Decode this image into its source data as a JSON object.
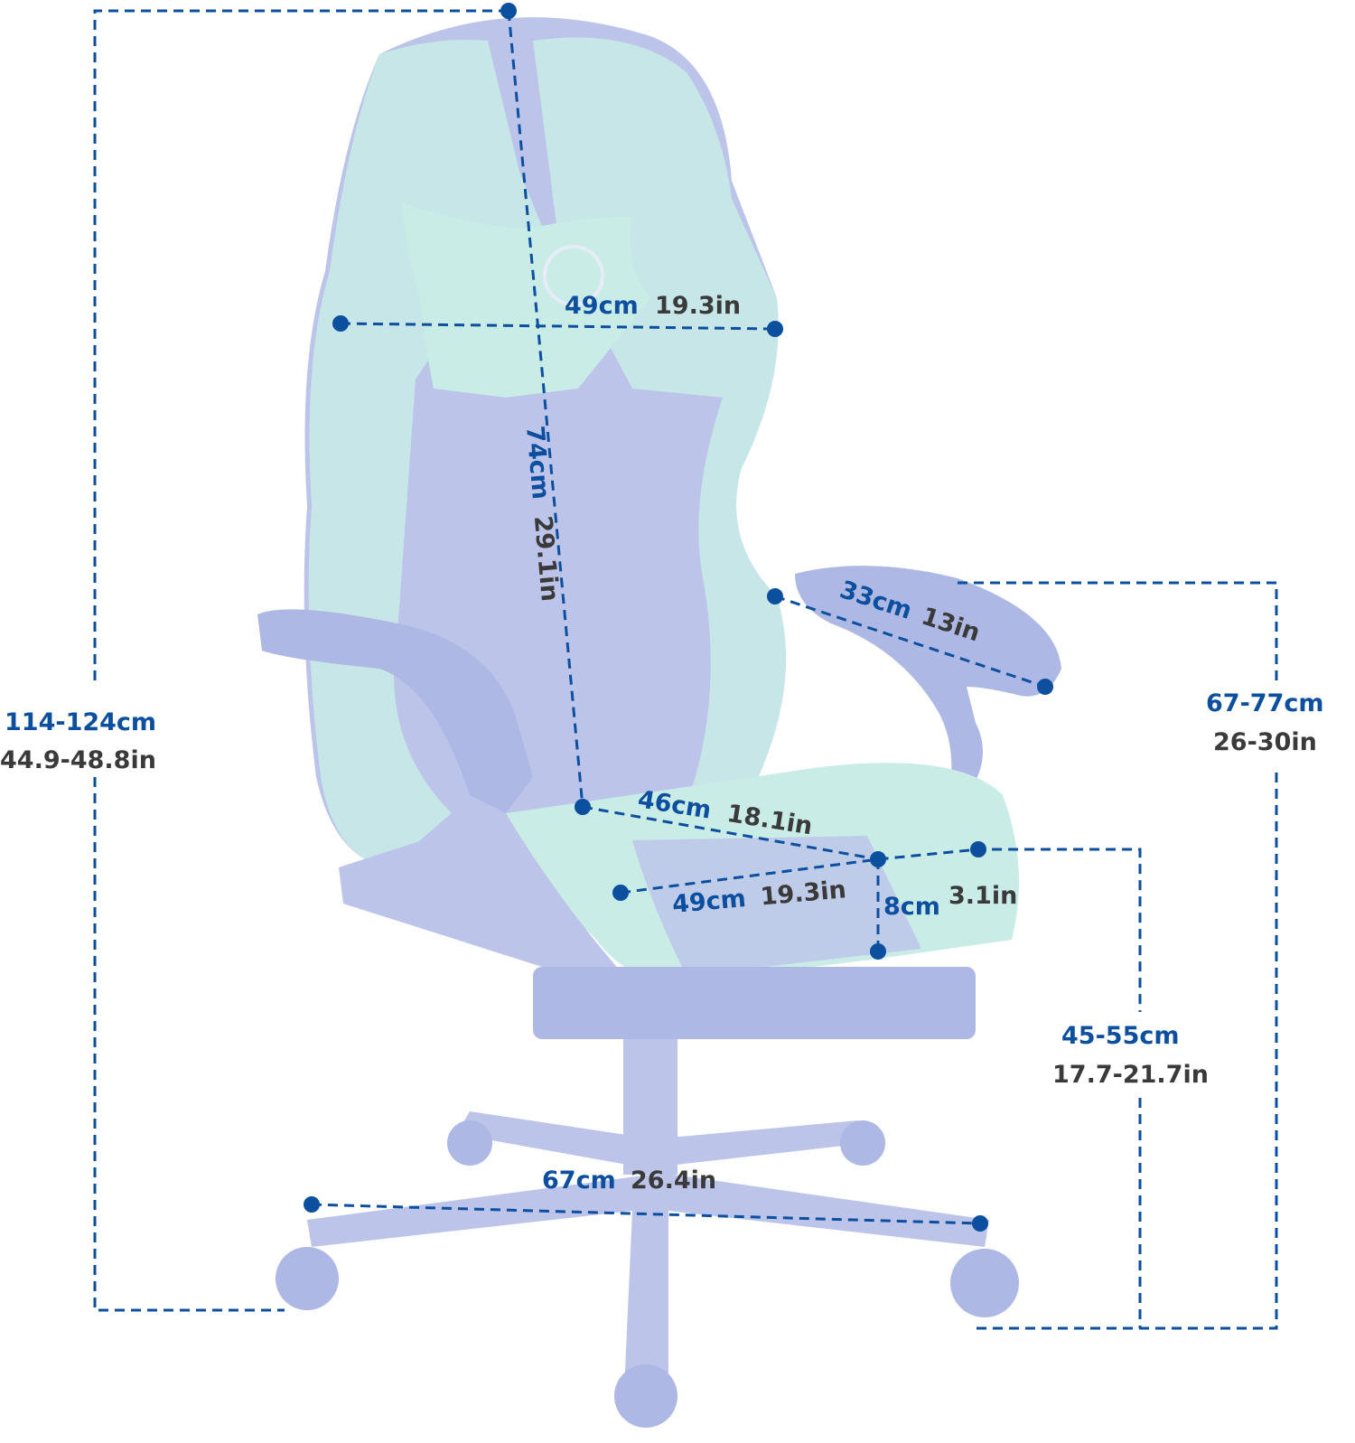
{
  "title": "Gaming chair dimensions",
  "colors": {
    "dimension": "#0b4f9e",
    "imperial_text": "#3a3a3a",
    "chair_body": "#bcc4ea",
    "chair_accent": "#c9ece6"
  },
  "dimensions": {
    "total_height": {
      "cm": "114-124cm",
      "in": "44.9-48.8in"
    },
    "backrest_height": {
      "cm": "74cm",
      "in": "29.1in"
    },
    "backrest_width": {
      "cm": "49cm",
      "in": "19.3in"
    },
    "armrest_length": {
      "cm": "33cm",
      "in": "13in"
    },
    "armrest_height": {
      "cm": "67-77cm",
      "in": "26-30in"
    },
    "seat_depth": {
      "cm": "46cm",
      "in": "18.1in"
    },
    "seat_width": {
      "cm": "49cm",
      "in": "19.3in"
    },
    "cushion_thickness": {
      "cm": "8cm",
      "in": "3.1in"
    },
    "seat_height": {
      "cm": "45-55cm",
      "in": "17.7-21.7in"
    },
    "base_width": {
      "cm": "67cm",
      "in": "26.4in"
    }
  }
}
